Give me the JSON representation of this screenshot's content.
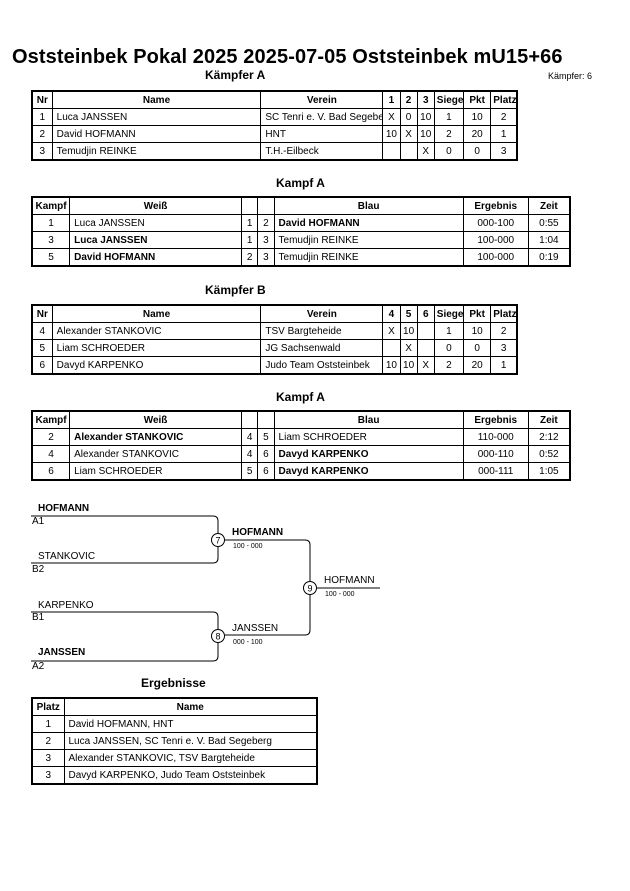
{
  "header": {
    "title": "Oststeinbek Pokal 2025  2025-07-05  Oststeinbek   mU15+66",
    "fighter_count": "Kämpfer: 6"
  },
  "pool_a": {
    "heading": "Kämpfer A",
    "columns": [
      "Nr",
      "Name",
      "Verein",
      "1",
      "2",
      "3",
      "Siege",
      "Pkt",
      "Platz"
    ],
    "rows": [
      [
        "1",
        "Luca JANSSEN",
        "SC Tenri e. V. Bad Segeberg",
        "X",
        "0",
        "10",
        "1",
        "10",
        "2"
      ],
      [
        "2",
        "David HOFMANN",
        "HNT",
        "10",
        "X",
        "10",
        "2",
        "20",
        "1"
      ],
      [
        "3",
        "Temudjin REINKE",
        "T.H.-Eilbeck",
        "",
        "",
        "X",
        "0",
        "0",
        "3"
      ]
    ]
  },
  "fights_a": {
    "heading": "Kampf A",
    "columns": [
      "Kampf",
      "Weiß",
      "",
      "",
      "Blau",
      "Ergebnis",
      "Zeit"
    ],
    "rows": [
      {
        "nr": "1",
        "white": "Luca JANSSEN",
        "w": "1",
        "b": "2",
        "blue": "David HOFMANN",
        "result": "000-100",
        "time": "0:55",
        "winner": "blue"
      },
      {
        "nr": "3",
        "white": "Luca JANSSEN",
        "w": "1",
        "b": "3",
        "blue": "Temudjin REINKE",
        "result": "100-000",
        "time": "1:04",
        "winner": "white"
      },
      {
        "nr": "5",
        "white": "David HOFMANN",
        "w": "2",
        "b": "3",
        "blue": "Temudjin REINKE",
        "result": "100-000",
        "time": "0:19",
        "winner": "white"
      }
    ]
  },
  "pool_b": {
    "heading": "Kämpfer B",
    "columns": [
      "Nr",
      "Name",
      "Verein",
      "4",
      "5",
      "6",
      "Siege",
      "Pkt",
      "Platz"
    ],
    "rows": [
      [
        "4",
        "Alexander STANKOVIC",
        "TSV Bargteheide",
        "X",
        "10",
        "",
        "1",
        "10",
        "2"
      ],
      [
        "5",
        "Liam SCHROEDER",
        "JG Sachsenwald",
        "",
        "X",
        "",
        "0",
        "0",
        "3"
      ],
      [
        "6",
        "Davyd KARPENKO",
        "Judo Team Oststeinbek",
        "10",
        "10",
        "X",
        "2",
        "20",
        "1"
      ]
    ]
  },
  "fights_b": {
    "heading": "Kampf A",
    "columns": [
      "Kampf",
      "Weiß",
      "",
      "",
      "Blau",
      "Ergebnis",
      "Zeit"
    ],
    "rows": [
      {
        "nr": "2",
        "white": "Alexander STANKOVIC",
        "w": "4",
        "b": "5",
        "blue": "Liam SCHROEDER",
        "result": "110-000",
        "time": "2:12",
        "winner": "white"
      },
      {
        "nr": "4",
        "white": "Alexander STANKOVIC",
        "w": "4",
        "b": "6",
        "blue": "Davyd KARPENKO",
        "result": "000-110",
        "time": "0:52",
        "winner": "blue"
      },
      {
        "nr": "6",
        "white": "Liam SCHROEDER",
        "w": "5",
        "b": "6",
        "blue": "Davyd KARPENKO",
        "result": "000-111",
        "time": "1:05",
        "winner": "blue"
      }
    ]
  },
  "bracket": {
    "entrants": [
      {
        "name": "HOFMANN",
        "seed": "A1",
        "bold": true
      },
      {
        "name": "STANKOVIC",
        "seed": "B2",
        "bold": false
      },
      {
        "name": "KARPENKO",
        "seed": "B1",
        "bold": false
      },
      {
        "name": "JANSSEN",
        "seed": "A2",
        "bold": true
      }
    ],
    "matches": [
      {
        "nr": "7",
        "winner": "HOFMANN",
        "score": "100 - 000",
        "bold": true
      },
      {
        "nr": "8",
        "winner": "JANSSEN",
        "score": "000 - 100",
        "bold": false
      },
      {
        "nr": "9",
        "winner": "HOFMANN",
        "score": "100 - 000",
        "bold": false
      }
    ]
  },
  "results": {
    "heading": "Ergebnisse",
    "columns": [
      "Platz",
      "Name"
    ],
    "rows": [
      [
        "1",
        "David HOFMANN, HNT"
      ],
      [
        "2",
        "Luca JANSSEN, SC Tenri e. V. Bad Segeberg"
      ],
      [
        "3",
        "Alexander STANKOVIC, TSV Bargteheide"
      ],
      [
        "3",
        "Davyd KARPENKO, Judo Team Oststeinbek"
      ]
    ]
  }
}
